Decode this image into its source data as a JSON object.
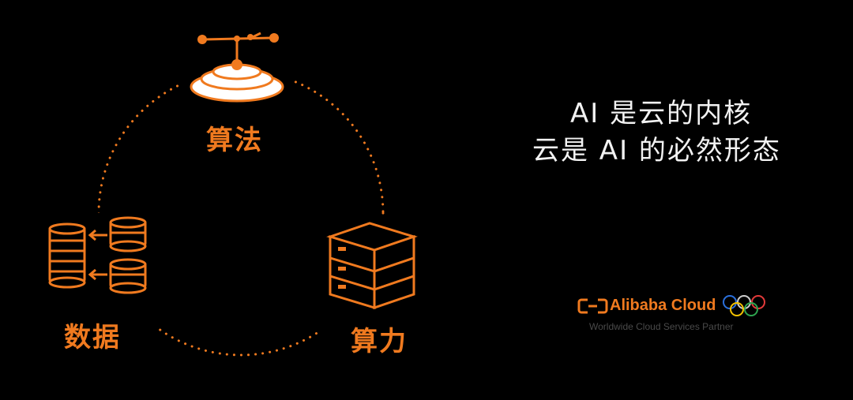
{
  "diagram": {
    "nodes": [
      {
        "id": "algorithm",
        "label": "算法",
        "icon": "algorithm-icon"
      },
      {
        "id": "data",
        "label": "数据",
        "icon": "database-icon"
      },
      {
        "id": "compute",
        "label": "算力",
        "icon": "server-stack-icon"
      }
    ],
    "accent": "#f07a1f"
  },
  "headline": {
    "line1": "AI 是云的内核",
    "line2": "云是 AI 的必然形态"
  },
  "brand": {
    "name": "Alibaba Cloud",
    "tagline": "Worldwide Cloud Services Partner",
    "partner_icon": "olympic-rings-icon"
  }
}
